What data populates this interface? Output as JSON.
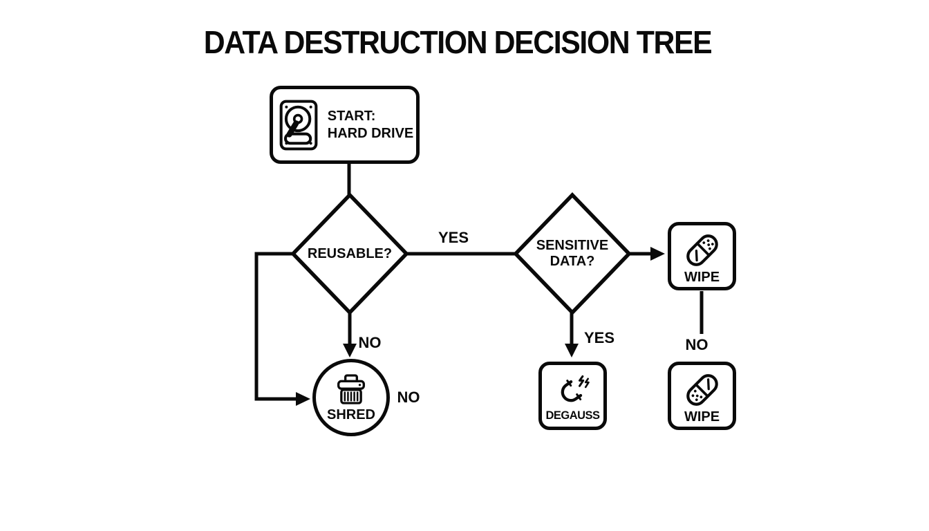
{
  "title": "DATA DESTRUCTION DECISION TREE",
  "nodes": {
    "start": {
      "line1": "START:",
      "line2": "HARD DRIVE"
    },
    "reusable": {
      "label": "REUSABLE?"
    },
    "sensitive": {
      "line1": "SENSITIVE",
      "line2": "DATA?"
    },
    "wipe_top": {
      "label": "WIPE"
    },
    "shred": {
      "label": "SHRED"
    },
    "degauss": {
      "label": "DEGAUSS"
    },
    "wipe_bottom": {
      "label": "WIPE"
    }
  },
  "edge_labels": {
    "reusable_to_sensitive": "YES",
    "reusable_to_shred": "NO",
    "shred_side": "NO",
    "sensitive_to_degauss": "YES",
    "wipe_to_wipe": "NO"
  },
  "icons": {
    "start": "hard-drive-icon",
    "wipe_top": "bandage-icon",
    "shred": "shredder-icon",
    "degauss": "magnet-icon",
    "wipe_bottom": "bandage-icon"
  },
  "colors": {
    "background": "#ffffff",
    "stroke": "#0a0a0a",
    "text": "#0a0a0a"
  }
}
